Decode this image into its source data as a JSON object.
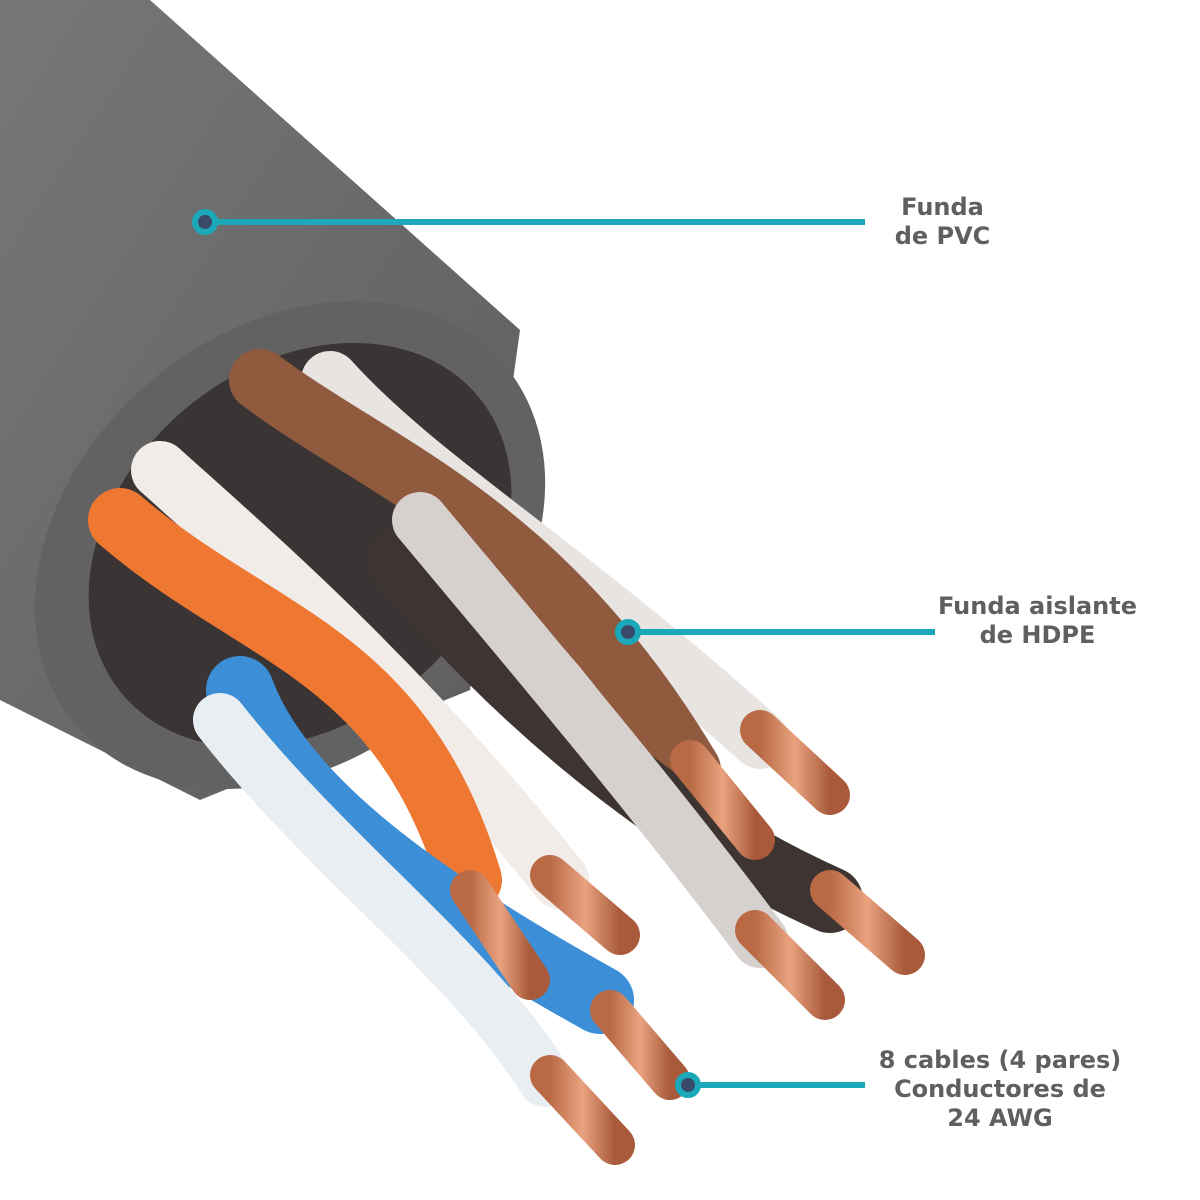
{
  "colors": {
    "accent": "#1ba8b8",
    "text": "#5f5f5f",
    "jacket": "#6b6b6b",
    "copper": "#c97a55"
  },
  "labels": {
    "pvc": {
      "line1": "Funda",
      "line2": "de PVC"
    },
    "hdpe": {
      "line1": "Funda aislante",
      "line2": "de HDPE"
    },
    "conductors": {
      "line1": "8 cables (4 pares)",
      "line2": "Conductores de",
      "line3": "24 AWG"
    }
  }
}
